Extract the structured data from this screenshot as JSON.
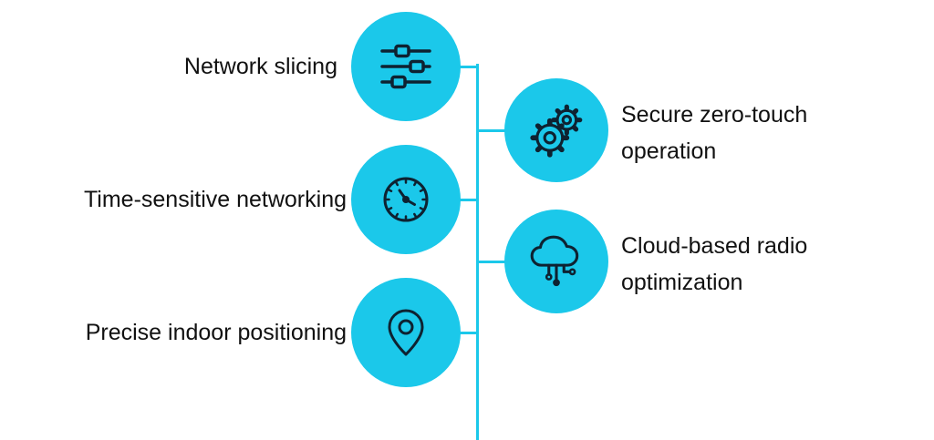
{
  "colors": {
    "accent": "#1bc8ea",
    "icon_stroke": "#0e2231",
    "text": "#111111",
    "background": "#ffffff"
  },
  "diagram": {
    "items_left": [
      {
        "label": "Network slicing",
        "icon": "sliders-icon"
      },
      {
        "label": "Time-sensitive networking",
        "icon": "clock-icon"
      },
      {
        "label": "Precise indoor positioning",
        "icon": "location-pin-icon"
      }
    ],
    "items_right": [
      {
        "label": "Secure zero-touch operation",
        "icon": "gears-icon"
      },
      {
        "label": "Cloud-based radio optimization",
        "icon": "cloud-network-icon"
      }
    ]
  }
}
